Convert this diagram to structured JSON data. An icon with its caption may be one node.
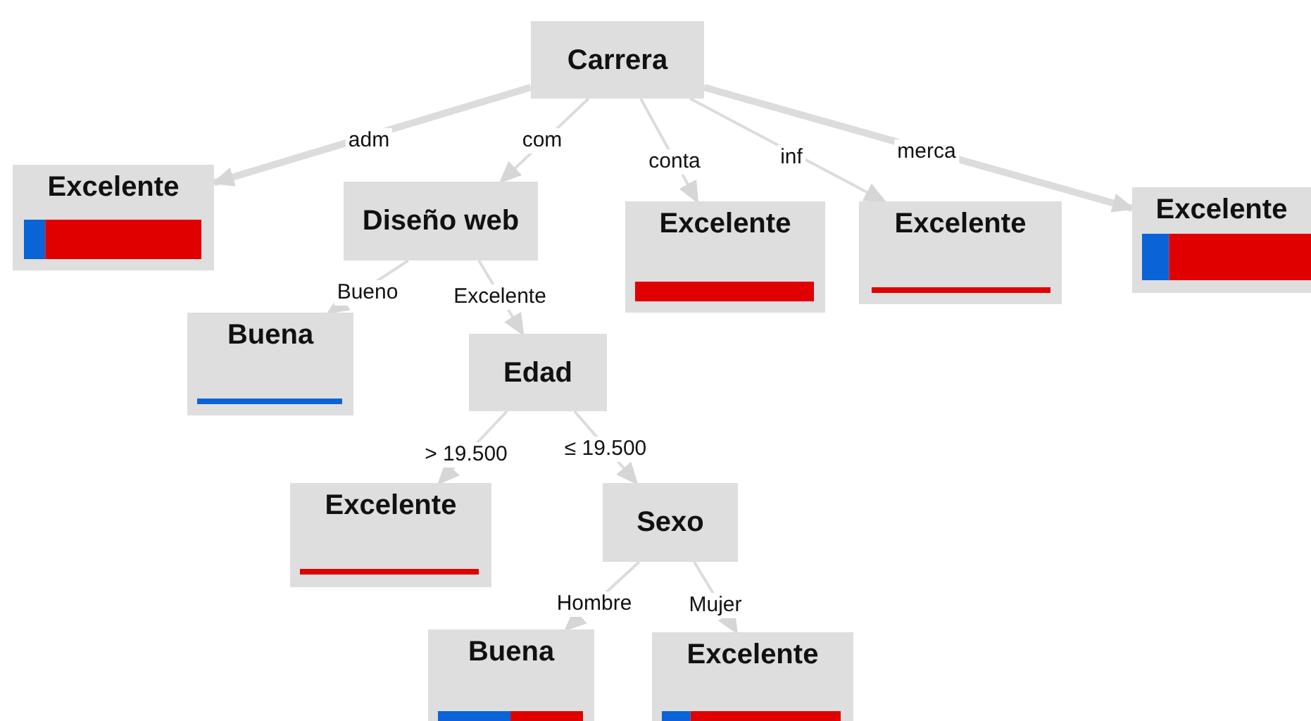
{
  "diagram": {
    "nodes": [
      {
        "text": [
          "Carrera"
        ]
      },
      {
        "text": [
          "Excelente"
        ]
      },
      {
        "text": [
          "Diseño web"
        ]
      },
      {
        "text": [
          "Excelente"
        ]
      },
      {
        "text": [
          "Excelente"
        ]
      },
      {
        "text": [
          "Excelente"
        ]
      },
      {
        "text": [
          "Buena"
        ]
      },
      {
        "text": [
          "Edad"
        ]
      },
      {
        "text": [
          "Excelente"
        ]
      },
      {
        "text": [
          "Sexo"
        ]
      },
      {
        "text": [
          "Buena"
        ]
      },
      {
        "text": [
          "Excelente"
        ]
      }
    ],
    "edges": [
      {
        "from": 0,
        "to": 1,
        "arrow": "to",
        "label": "adm",
        "style": "thick"
      },
      {
        "from": 0,
        "to": 2,
        "arrow": "to",
        "label": "com"
      },
      {
        "from": 0,
        "to": 3,
        "arrow": "to",
        "label": "conta"
      },
      {
        "from": 0,
        "to": 4,
        "arrow": "to",
        "label": "inf"
      },
      {
        "from": 0,
        "to": 5,
        "arrow": "to",
        "label": "merca",
        "style": "thick"
      },
      {
        "from": 2,
        "to": 6,
        "arrow": "to",
        "label": "Bueno"
      },
      {
        "from": 2,
        "to": 7,
        "arrow": "to",
        "label": "Excelente"
      },
      {
        "from": 7,
        "to": 8,
        "arrow": "to",
        "label": "> 19.500"
      },
      {
        "from": 7,
        "to": 9,
        "arrow": "to",
        "label": "≤ 19.500"
      },
      {
        "from": 9,
        "to": 10,
        "arrow": "to",
        "label": "Hombre"
      },
      {
        "from": 9,
        "to": 11,
        "arrow": "to",
        "label": "Mujer"
      }
    ]
  }
}
